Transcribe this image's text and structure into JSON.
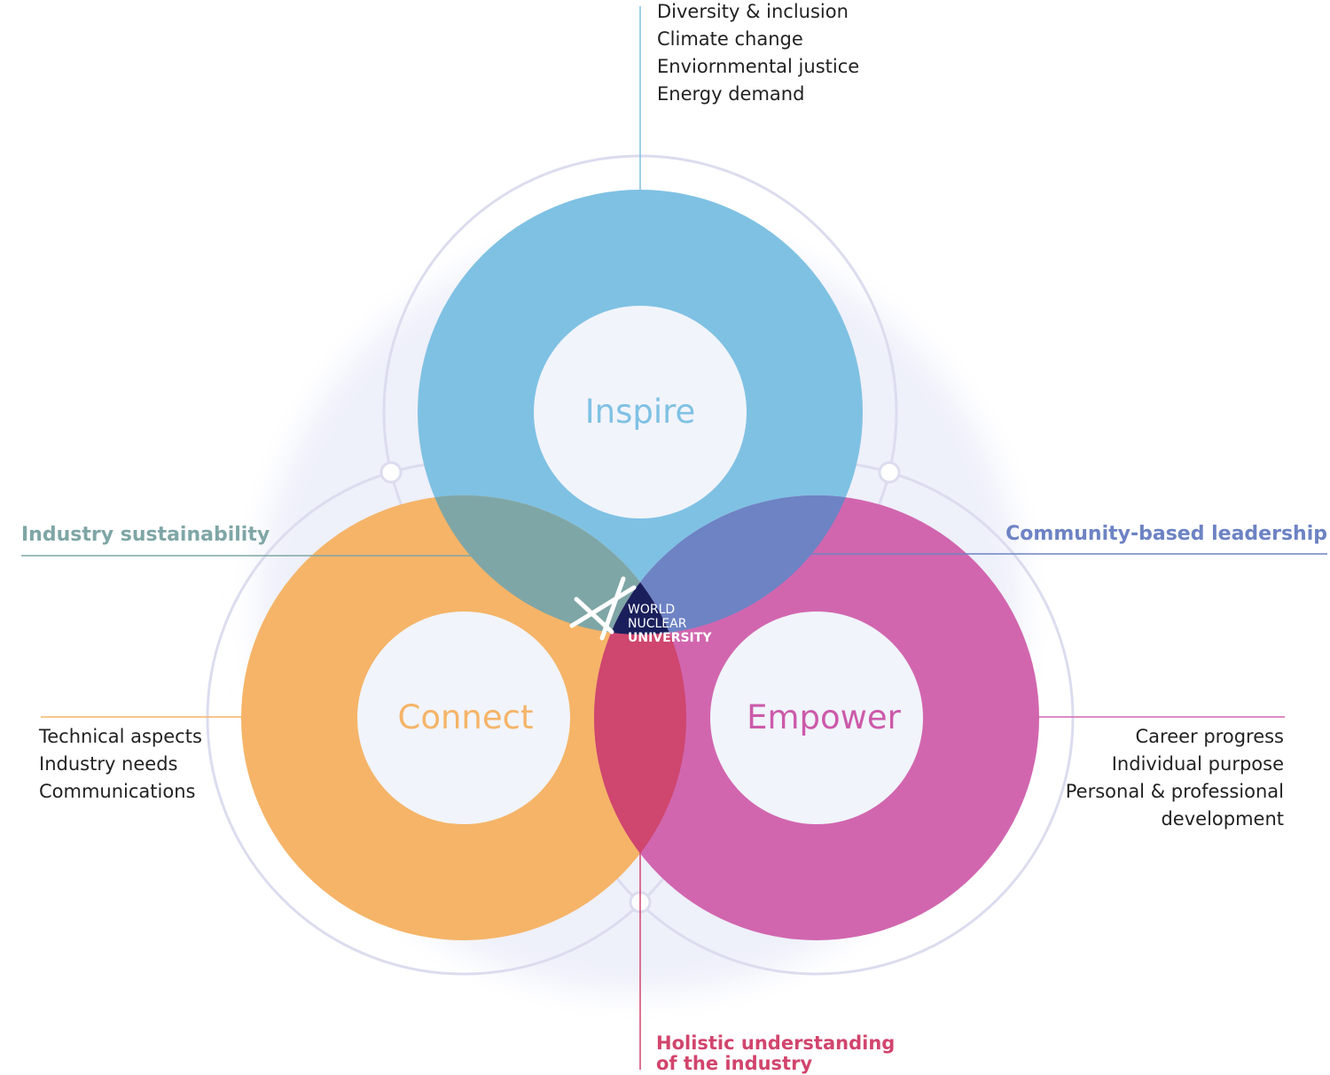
{
  "circles": [
    {
      "name": "Inspire",
      "color": "#7fc1e3",
      "text_color": "#7fc1e3"
    },
    {
      "name": "Connect",
      "color": "#f5b468",
      "text_color": "#f5b468"
    },
    {
      "name": "Empower",
      "color": "#d166af",
      "text_color": "#cc5aaa"
    }
  ],
  "overlaps": {
    "inspire_connect": "#7fa6a6",
    "inspire_empower": "#6d83c4",
    "connect_empower": "#cf466e",
    "center": "#1a1f5c"
  },
  "logo": {
    "line1": "WORLD",
    "line2": "NUCLEAR",
    "line3": "UNIVERSITY"
  },
  "labels": {
    "industry_sustainability": {
      "text": "Industry sustainability",
      "color": "#7fa6a6"
    },
    "community_leadership": {
      "text": "Community-based leadership",
      "color": "#6d83c4"
    },
    "holistic": {
      "line1": "Holistic understanding",
      "line2": "of the industry",
      "color": "#d1456d"
    }
  },
  "lists": {
    "inspire": [
      "Diversity & inclusion",
      "Climate change",
      "Enviornmental justice",
      "Energy demand"
    ],
    "connect": [
      "Technical aspects",
      "Industry needs",
      "Communications"
    ],
    "empower": [
      "Career progress",
      "Individual purpose",
      "Personal & professional",
      "development"
    ]
  }
}
